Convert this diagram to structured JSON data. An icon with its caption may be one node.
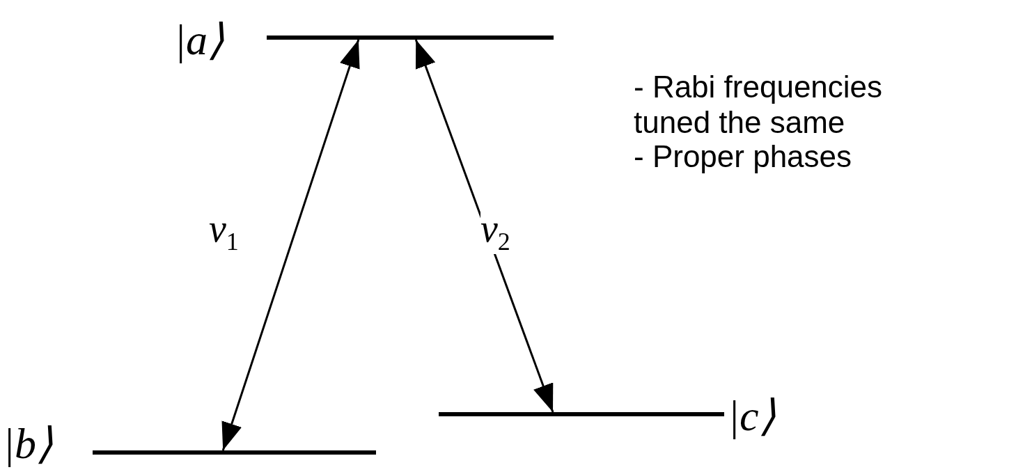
{
  "diagram": {
    "nodes": [
      {
        "text": [
          "|a⟩"
        ]
      },
      {
        "text": [
          "|b⟩"
        ]
      },
      {
        "text": [
          "|c⟩"
        ]
      }
    ],
    "edges": [
      {
        "from": 1,
        "to": 0,
        "arrow": "both",
        "label": "ν$_{1}$"
      },
      {
        "from": 0,
        "to": 2,
        "arrow": "both",
        "label": "ν$_{2}$"
      }
    ],
    "labels": [
      "- Rabi frequencies tuned the same",
      "- Proper phases"
    ]
  }
}
